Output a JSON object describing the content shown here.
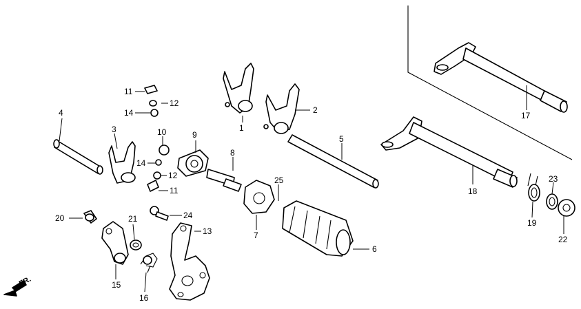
{
  "callouts": {
    "c1": "1",
    "c2": "2",
    "c3": "3",
    "c4": "4",
    "c5": "5",
    "c6": "6",
    "c7": "7",
    "c8": "8",
    "c9": "9",
    "c10": "10",
    "c11a": "11",
    "c11b": "11",
    "c12a": "12",
    "c12b": "12",
    "c13": "13",
    "c14a": "14",
    "c14b": "14",
    "c15": "15",
    "c16": "16",
    "c17": "17",
    "c18": "18",
    "c19": "19",
    "c20": "20",
    "c21": "21",
    "c22": "22",
    "c23": "23",
    "c24": "24",
    "c25": "25"
  },
  "direction_label": "FR.",
  "icons": {
    "front_arrow": "arrow-down-left-icon"
  }
}
